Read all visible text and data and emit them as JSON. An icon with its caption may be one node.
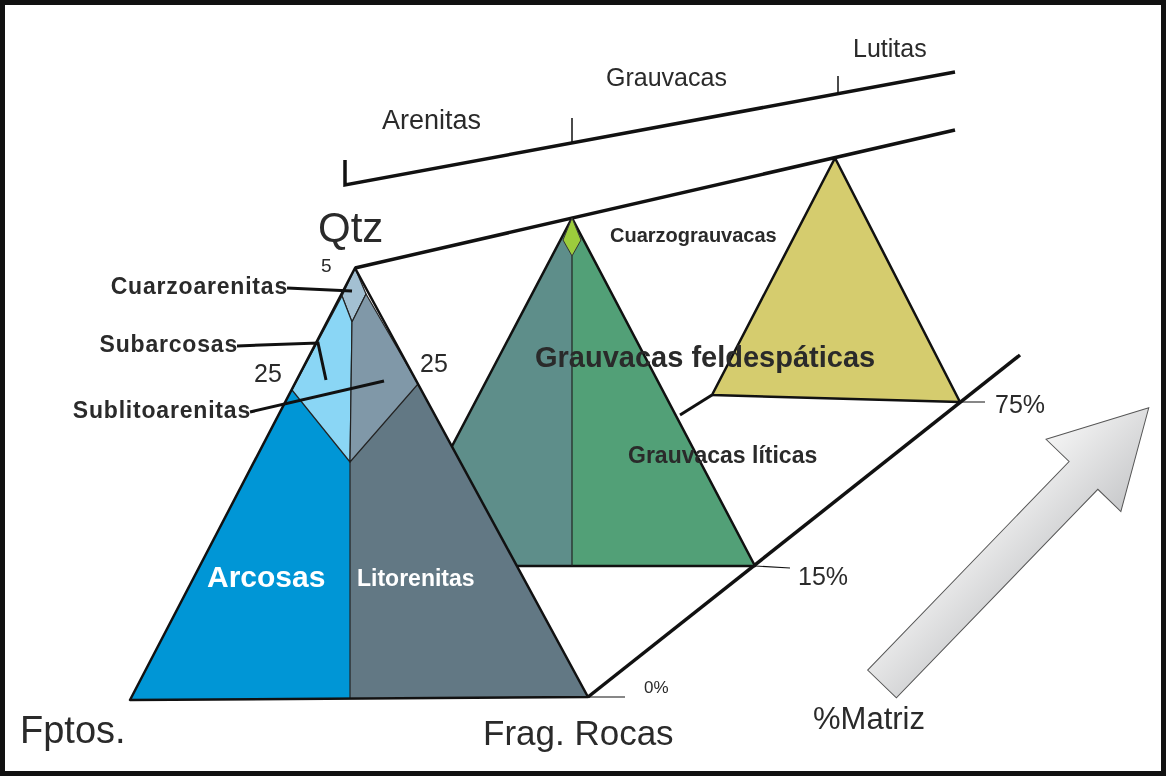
{
  "diagram": {
    "nodes": [
      {
        "text": [
          "Cuarzoarenitas"
        ]
      },
      {
        "text": [
          "Subarcosas"
        ]
      },
      {
        "text": [
          "Sublitoarenitas"
        ]
      },
      {
        "text": [],
        "shape": "diamond"
      },
      {
        "text": [],
        "shape": "box"
      },
      {
        "text": [],
        "shape": "box"
      }
    ],
    "edges": [
      {
        "from": 0,
        "to": 3,
        "arrow": "none"
      },
      {
        "from": 1,
        "to": 4,
        "arrow": "none"
      },
      {
        "from": 2,
        "to": 5,
        "arrow": "none"
      }
    ],
    "labels": [
      "Lutitas",
      "Grauvacas",
      "Arenitas",
      "Qtz",
      "5",
      "25",
      "25",
      "Cuarzograuvacas",
      "Grauvacas feldespáticas",
      "75%",
      "Grauvacas líticas",
      "Arcosas",
      "Litorenitas",
      "15%",
      "0%",
      "Fptos.",
      "Frag. Rocas",
      "%Matriz"
    ]
  }
}
